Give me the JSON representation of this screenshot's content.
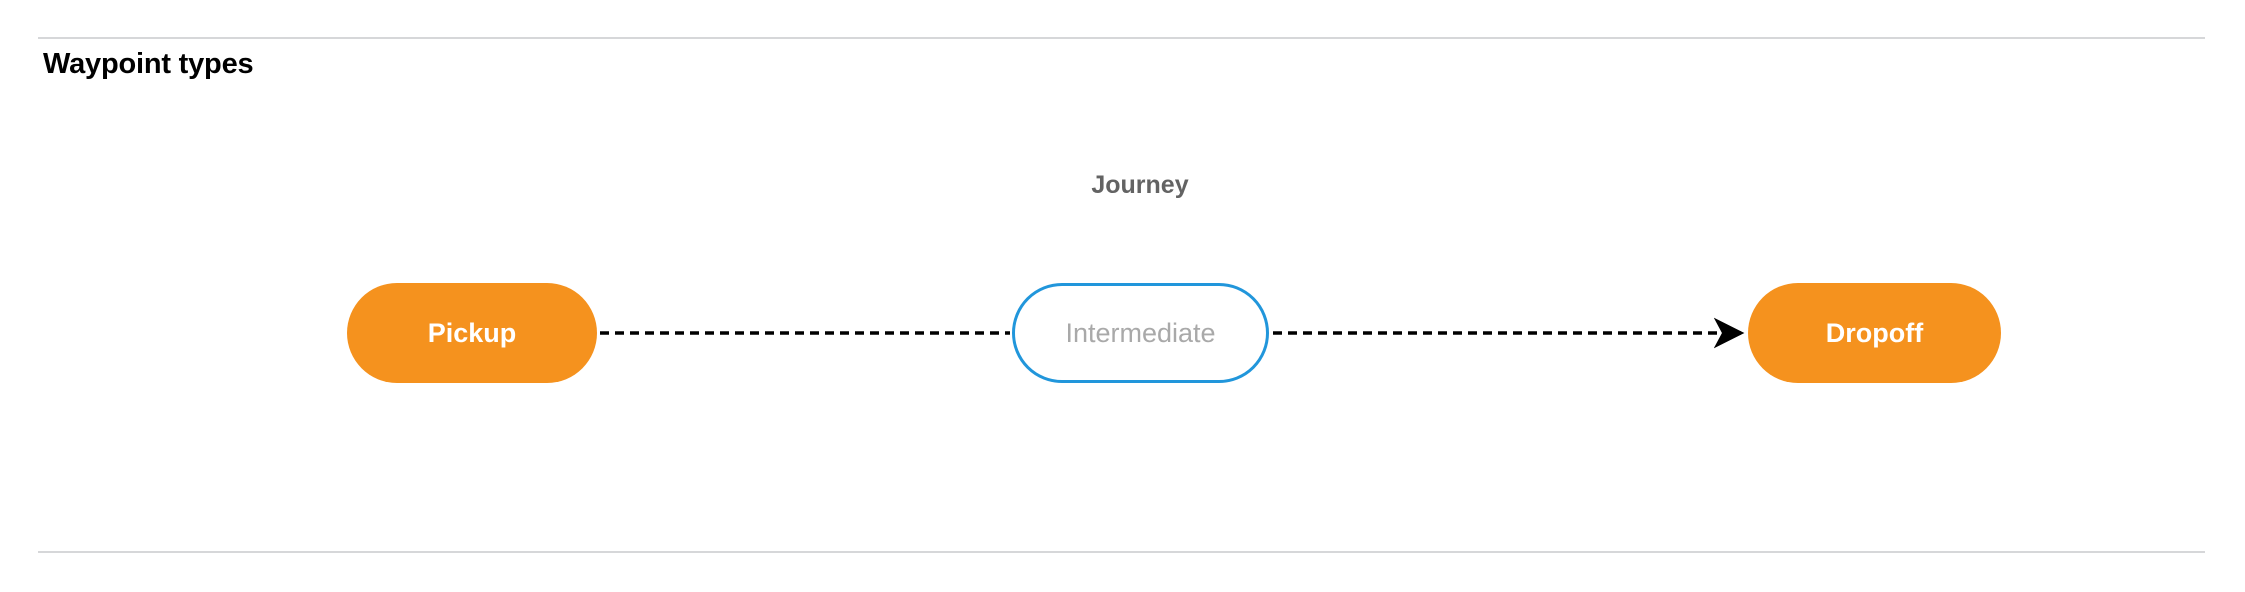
{
  "section": {
    "title": "Waypoint types",
    "divider_color": "#d6d7d9"
  },
  "diagram": {
    "cluster_label": "Journey",
    "nodes": [
      {
        "id": "pickup",
        "label": "Pickup",
        "style": "filled",
        "fill": "#f5921e",
        "text_color": "#ffffff",
        "shape": "pill"
      },
      {
        "id": "intermediate",
        "label": "Intermediate",
        "style": "outlined",
        "fill": "#ffffff",
        "border_color": "#2196db",
        "text_color": "#a9a9a9",
        "shape": "pill"
      },
      {
        "id": "dropoff",
        "label": "Dropoff",
        "style": "filled",
        "fill": "#f5921e",
        "text_color": "#ffffff",
        "shape": "pill"
      }
    ],
    "edges": [
      {
        "from": "pickup",
        "to": "intermediate",
        "line": "dashed",
        "arrowhead": false,
        "color": "#000000"
      },
      {
        "from": "intermediate",
        "to": "dropoff",
        "line": "dashed",
        "arrowhead": true,
        "color": "#000000"
      }
    ]
  }
}
